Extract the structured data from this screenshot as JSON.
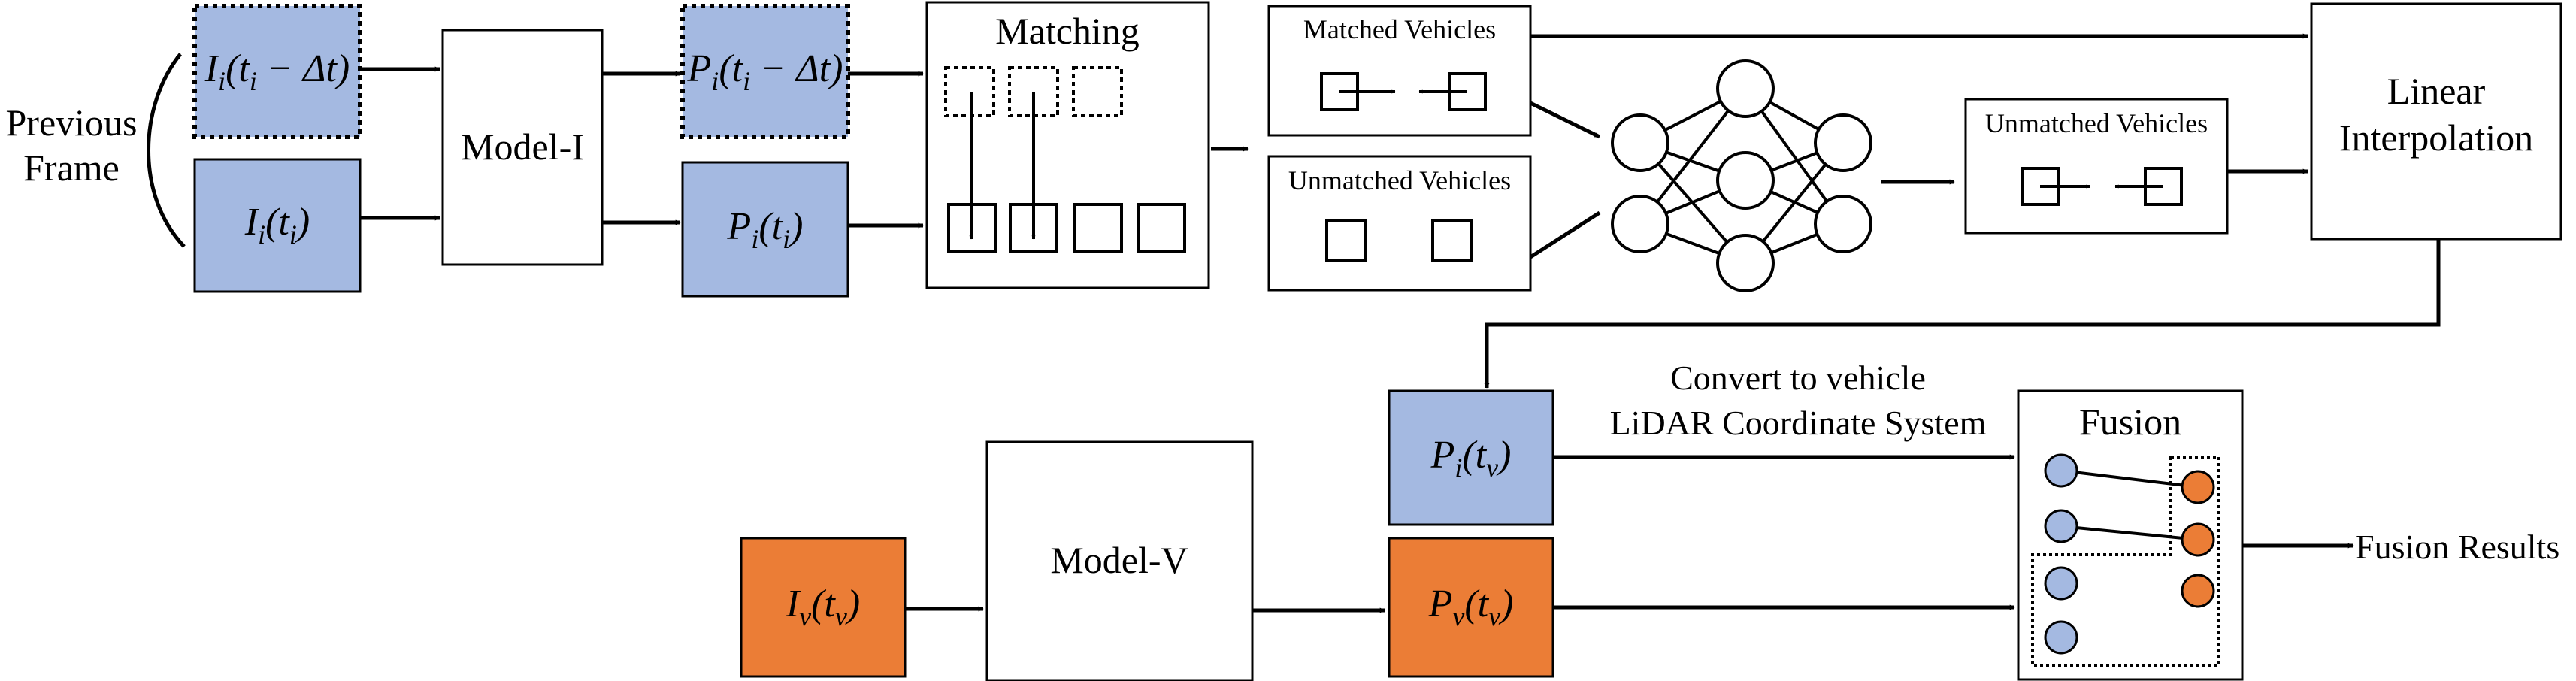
{
  "colors": {
    "blue": "#a4b9e1",
    "orange": "#eb7d36",
    "line": "#000000",
    "white": "#ffffff"
  },
  "labels": {
    "previous_frame_line1": "Previous",
    "previous_frame_line2": "Frame",
    "model_i": "Model-I",
    "model_v": "Model-V",
    "matching": "Matching",
    "matched_vehicles": "Matched Vehicles",
    "unmatched_vehicles_left": "Unmatched Vehicles",
    "unmatched_vehicles_right": "Unmatched Vehicles",
    "linear_line1": "Linear",
    "linear_line2": "Interpolation",
    "convert_line1": "Convert to vehicle",
    "convert_line2": "LiDAR Coordinate System",
    "fusion": "Fusion",
    "fusion_results": "Fusion Results"
  },
  "math": {
    "ii_prev": {
      "base": "I",
      "sub": "i",
      "open": "(t",
      "arg_sub": "i",
      "rest": " − Δt)"
    },
    "ii": {
      "base": "I",
      "sub": "i",
      "open": "(t",
      "arg_sub": "i",
      "rest": ")"
    },
    "pi_prev": {
      "base": "P",
      "sub": "i",
      "open": "(t",
      "arg_sub": "i",
      "rest": " − Δt)"
    },
    "pi": {
      "base": "P",
      "sub": "i",
      "open": "(t",
      "arg_sub": "i",
      "rest": ")"
    },
    "pi_tv": {
      "base": "P",
      "sub": "i",
      "open": "(t",
      "arg_sub": "v",
      "rest": ")"
    },
    "iv": {
      "base": "I",
      "sub": "v",
      "open": "(t",
      "arg_sub": "v",
      "rest": ")"
    },
    "pv": {
      "base": "P",
      "sub": "v",
      "open": "(t",
      "arg_sub": "v",
      "rest": ")"
    }
  }
}
